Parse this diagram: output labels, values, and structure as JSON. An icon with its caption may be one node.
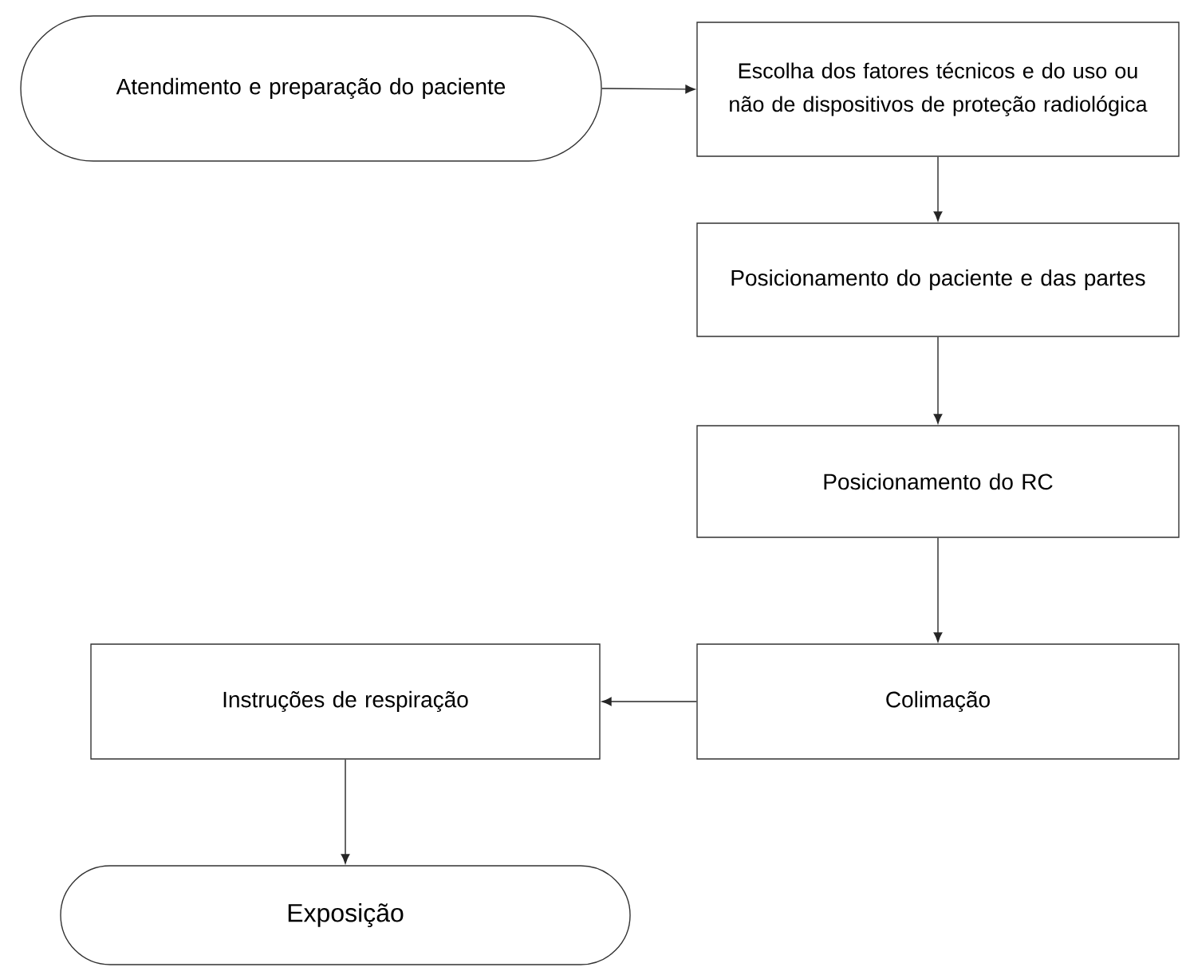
{
  "diagram": {
    "nodes": [
      {
        "text": [
          "Atendimento e preparação do paciente"
        ]
      },
      {
        "text": [
          "Escolha dos fatores técnicos e do uso ou não de dispositivos de proteção radiológica"
        ]
      },
      {
        "text": [
          "Posicionamento do paciente e das partes"
        ]
      },
      {
        "text": [
          "Posicionamento do RC"
        ]
      },
      {
        "text": [
          "Colimação"
        ]
      },
      {
        "text": [
          "Instruções de respiração"
        ]
      },
      {
        "text": [
          "Exposição"
        ]
      }
    ],
    "edges": [
      {
        "from": 0,
        "to": 1,
        "arrow": "to"
      },
      {
        "from": 1,
        "to": 2,
        "arrow": "to"
      },
      {
        "from": 2,
        "to": 3,
        "arrow": "to"
      },
      {
        "from": 3,
        "to": 4,
        "arrow": "to"
      },
      {
        "from": 4,
        "to": 5,
        "arrow": "to"
      },
      {
        "from": 5,
        "to": 6,
        "arrow": "to"
      }
    ]
  }
}
